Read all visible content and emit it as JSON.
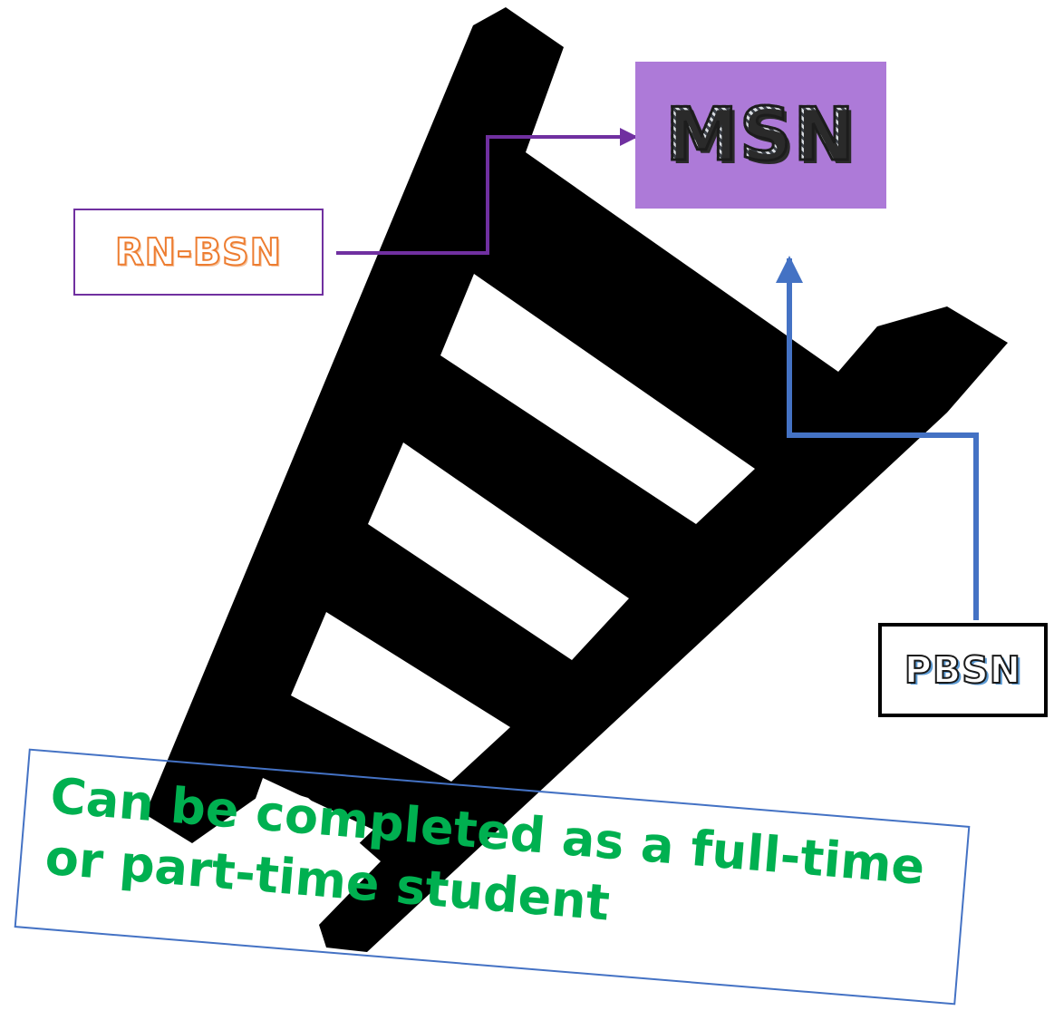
{
  "diagram": {
    "top_node": {
      "label": "MSN",
      "fill_color": "#ad7ad8"
    },
    "left_node": {
      "label": "RN-BSN",
      "border_color": "#7030a0",
      "text_outline_color": "#ed7d31"
    },
    "right_node": {
      "label": "PBSN",
      "border_color": "#000000",
      "text_shadow_color": "#5b9bd5"
    },
    "connectors": [
      {
        "from": "RN-BSN",
        "to": "MSN",
        "color": "#7030a0",
        "arrow": true
      },
      {
        "from": "PBSN",
        "to": "MSN",
        "color": "#4472c4",
        "arrow": true
      }
    ],
    "note": {
      "text": "Can be completed as a full-time or part-time student",
      "text_color": "#00b050",
      "border_color": "#4472c4"
    },
    "ladder_icon": "ladder-icon",
    "ladder_color": "#000000"
  }
}
